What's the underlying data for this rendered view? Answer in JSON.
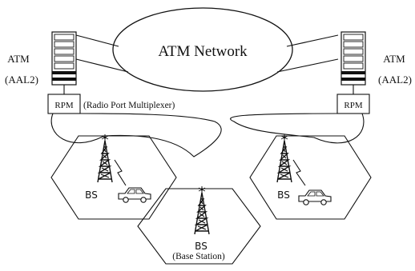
{
  "network": {
    "label": "ATM Network"
  },
  "left_switch": {
    "label": "ATM",
    "sublabel": "(AAL2)"
  },
  "right_switch": {
    "label": "ATM",
    "sublabel": "(AAL2)"
  },
  "rpm_left": {
    "label": "RPM",
    "caption": "(Radio Port  Multiplexer)"
  },
  "rpm_right": {
    "label": "RPM"
  },
  "cells": {
    "left": {
      "label": "BS"
    },
    "center": {
      "label": "BS",
      "sublabel": "(Base Station)"
    },
    "right": {
      "label": "BS"
    }
  }
}
